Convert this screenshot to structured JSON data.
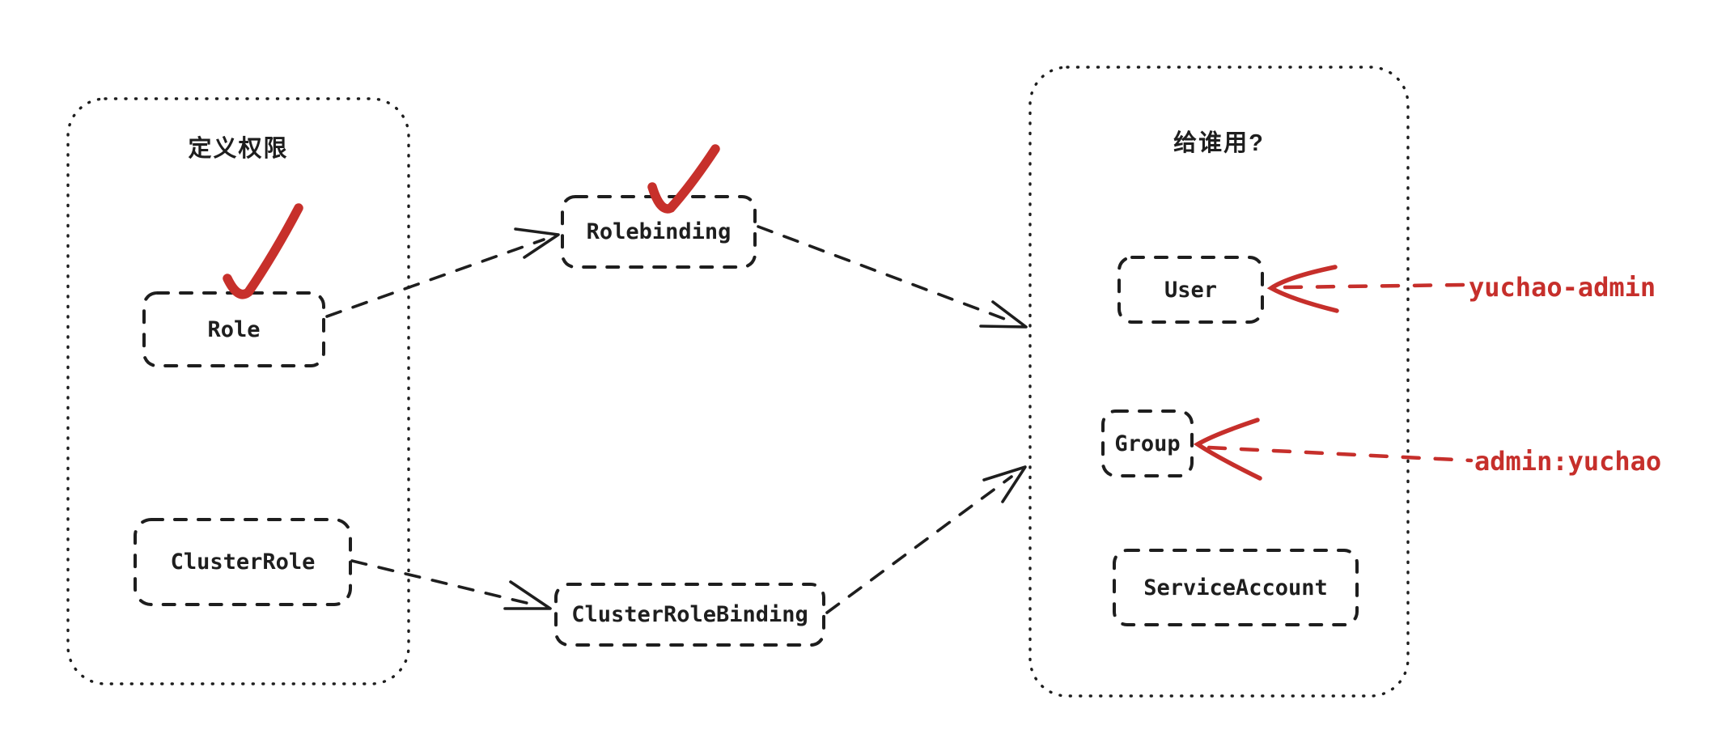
{
  "diagram": {
    "title_left_group": "定义权限",
    "title_right_group": "给谁用?",
    "colors": {
      "ink": "#1e1e1e",
      "accent_red": "#c62f2b",
      "background": "#ffffff"
    },
    "groups": [
      {
        "id": "define-permissions",
        "title": "定义权限"
      },
      {
        "id": "who-uses",
        "title": "给谁用?"
      }
    ],
    "nodes": [
      {
        "id": "role",
        "label": "Role",
        "group": "define-permissions",
        "checked": true
      },
      {
        "id": "rolebinding",
        "label": "Rolebinding",
        "group": "none",
        "checked": true
      },
      {
        "id": "clusterrole",
        "label": "ClusterRole",
        "group": "define-permissions",
        "checked": false
      },
      {
        "id": "clusterrolebinding",
        "label": "ClusterRoleBinding",
        "group": "none",
        "checked": false
      },
      {
        "id": "user",
        "label": "User",
        "group": "who-uses",
        "checked": false
      },
      {
        "id": "group",
        "label": "Group",
        "group": "who-uses",
        "checked": false
      },
      {
        "id": "serviceaccount",
        "label": "ServiceAccount",
        "group": "who-uses",
        "checked": false
      }
    ],
    "edges": [
      {
        "from": "Role",
        "to": "Rolebinding",
        "style": "dashed-arrow"
      },
      {
        "from": "Rolebinding",
        "to": "给谁用?",
        "style": "dashed-arrow"
      },
      {
        "from": "ClusterRole",
        "to": "ClusterRoleBinding",
        "style": "dashed-arrow"
      },
      {
        "from": "ClusterRoleBinding",
        "to": "给谁用?",
        "style": "dashed-arrow"
      }
    ],
    "annotations": [
      {
        "label": "yuchao-admin",
        "target": "User",
        "color": "#c62f2b"
      },
      {
        "label": "admin:yuchao",
        "target": "Group",
        "color": "#c62f2b"
      }
    ]
  }
}
